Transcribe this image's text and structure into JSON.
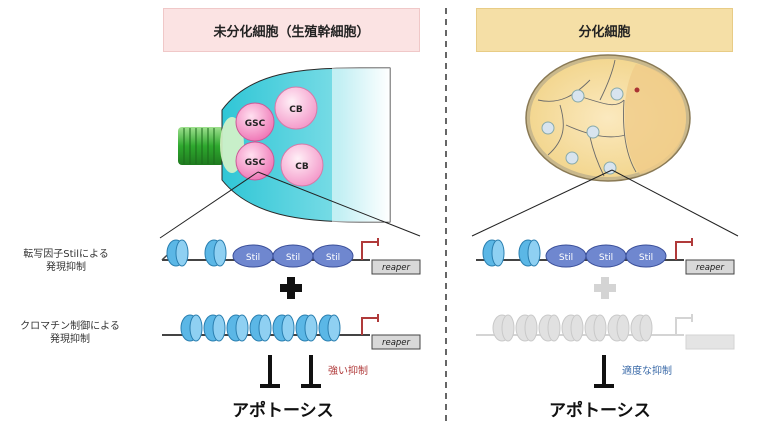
{
  "left_panel": {
    "header": "未分化細胞（生殖幹細胞）",
    "cell_labels": {
      "gsc_top": "GSC",
      "gsc_bottom": "GSC",
      "cb_top": "CB",
      "cb_bottom": "CB"
    },
    "row1_label_line1": "転写因子Stilによる",
    "row1_label_line2": "発現抑制",
    "row2_label_line1": "クロマチン制御による",
    "row2_label_line2": "発現抑制",
    "stil_labels": [
      "Stil",
      "Stil",
      "Stil"
    ],
    "gene_top": "reaper",
    "gene_bottom": "reaper",
    "inhibition_note": "強い抑制",
    "outcome": "アポトーシス"
  },
  "right_panel": {
    "header": "分化細胞",
    "stil_labels": [
      "Stil",
      "Stil",
      "Stil"
    ],
    "gene_top": "reaper",
    "inhibition_note": "適度な抑制",
    "outcome": "アポトーシス"
  },
  "colors": {
    "left_header_bg": "#fbe3e3",
    "right_header_bg": "#f5dfa6",
    "gsc_pink": "#f07ab8",
    "niche_cyan": "#4fd0dc",
    "nucleosome_blue": "#5bb7e6",
    "stil_blue": "#6f87cf",
    "promoter_red": "#b03a3a",
    "note_red": "#b03a3a",
    "note_blue": "#3a6aa8"
  }
}
